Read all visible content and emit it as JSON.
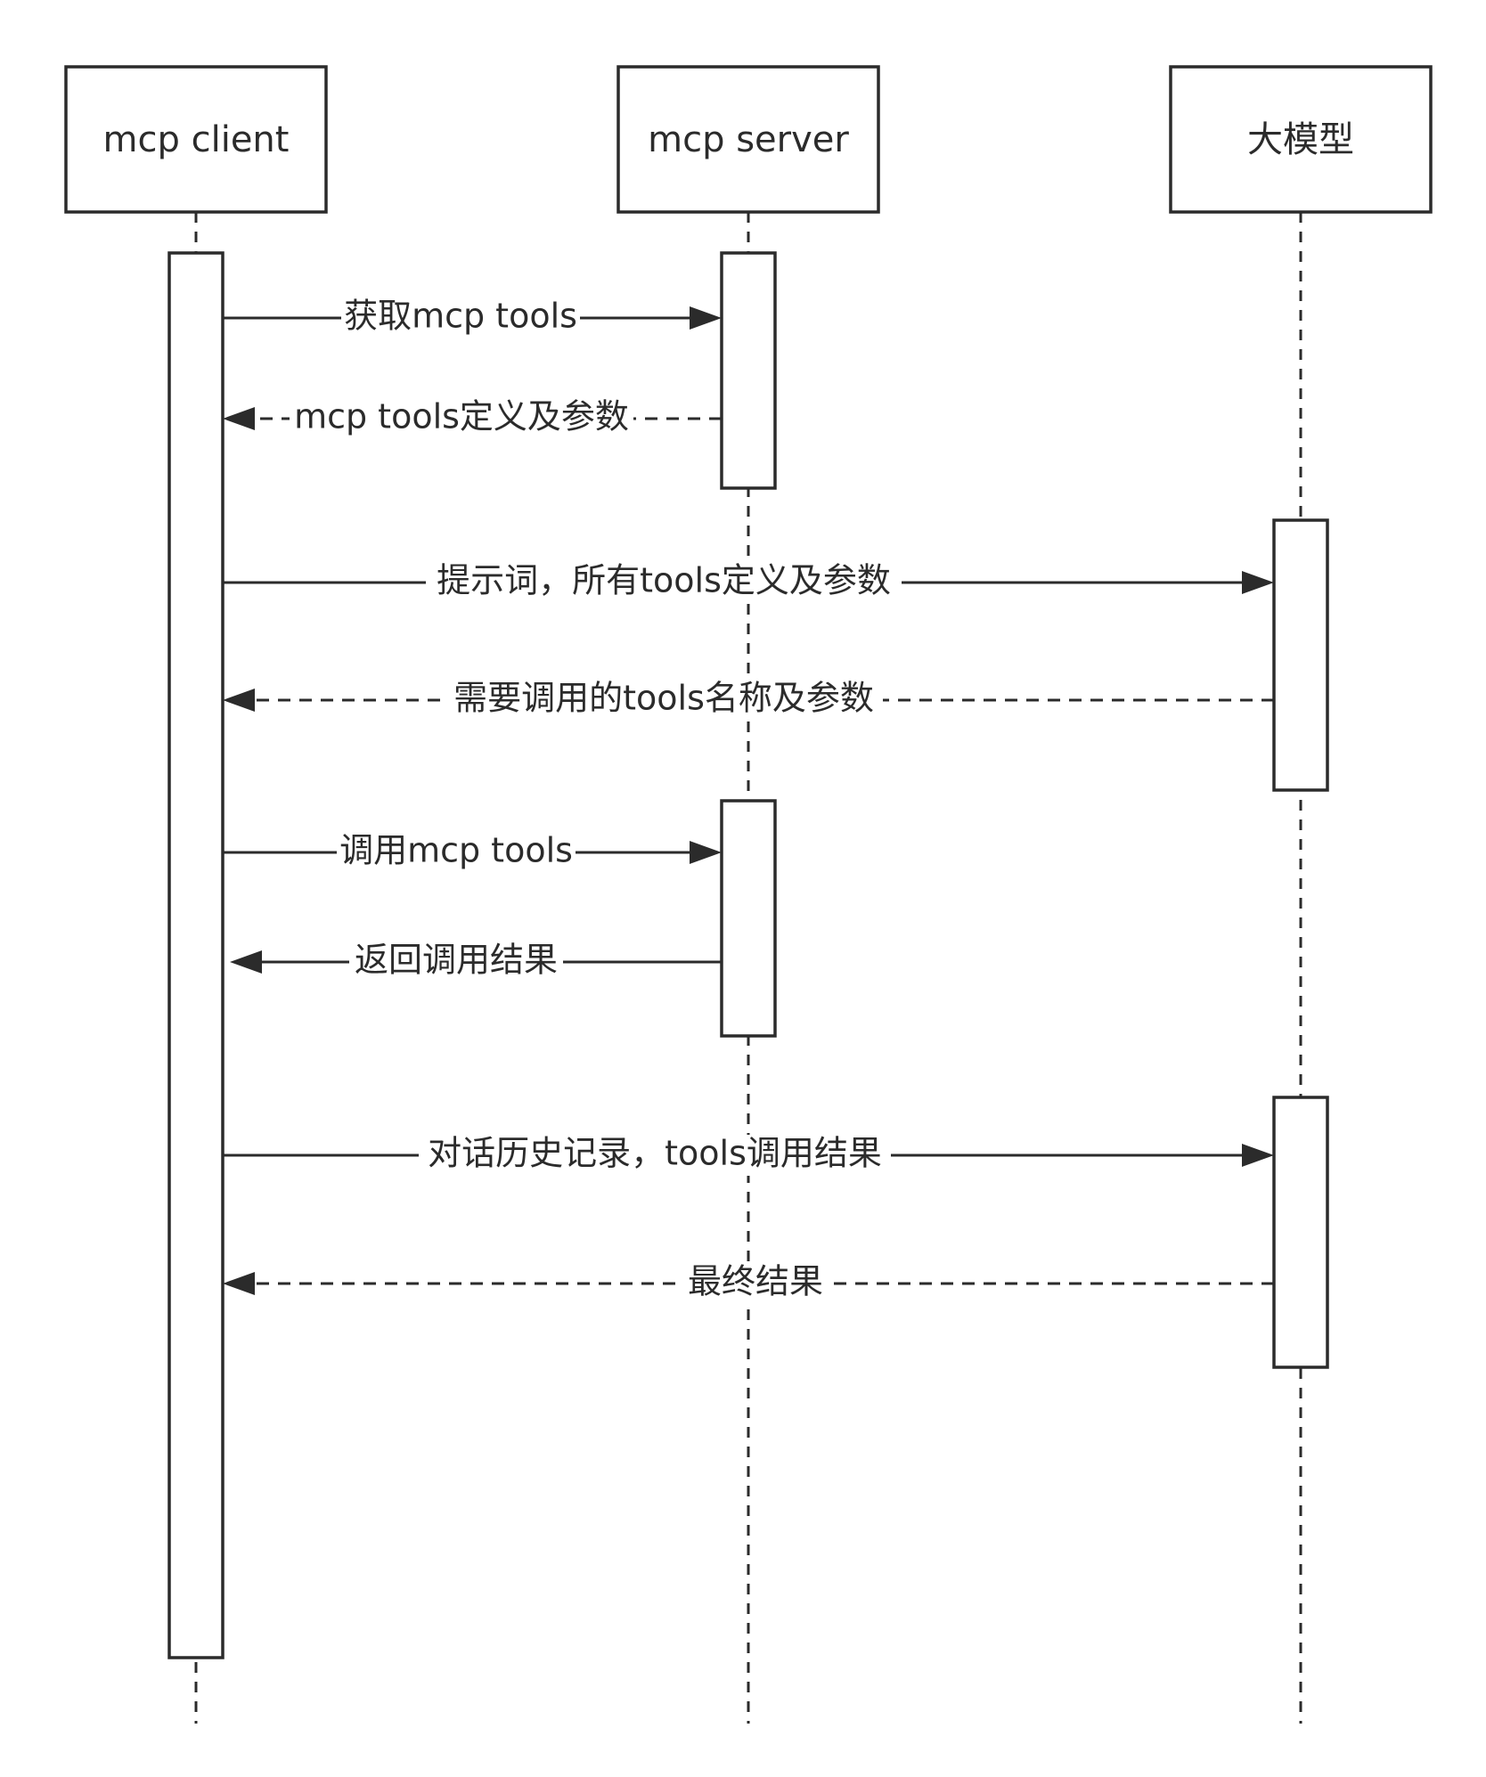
{
  "participants": [
    {
      "id": "client",
      "label": "mcp client"
    },
    {
      "id": "server",
      "label": "mcp server"
    },
    {
      "id": "model",
      "label": "大模型"
    }
  ],
  "messages": [
    {
      "from": "client",
      "to": "server",
      "label": "获取mcp tools",
      "style": "solid"
    },
    {
      "from": "server",
      "to": "client",
      "label": "mcp tools定义及参数",
      "style": "dashed"
    },
    {
      "from": "client",
      "to": "model",
      "label": "提示词，所有tools定义及参数",
      "style": "solid"
    },
    {
      "from": "model",
      "to": "client",
      "label": "需要调用的tools名称及参数",
      "style": "dashed"
    },
    {
      "from": "client",
      "to": "server",
      "label": "调用mcp tools",
      "style": "solid"
    },
    {
      "from": "server",
      "to": "client",
      "label": "返回调用结果",
      "style": "solid"
    },
    {
      "from": "client",
      "to": "model",
      "label": "对话历史记录，tools调用结果",
      "style": "solid"
    },
    {
      "from": "model",
      "to": "client",
      "label": "最终结果",
      "style": "dashed"
    }
  ]
}
